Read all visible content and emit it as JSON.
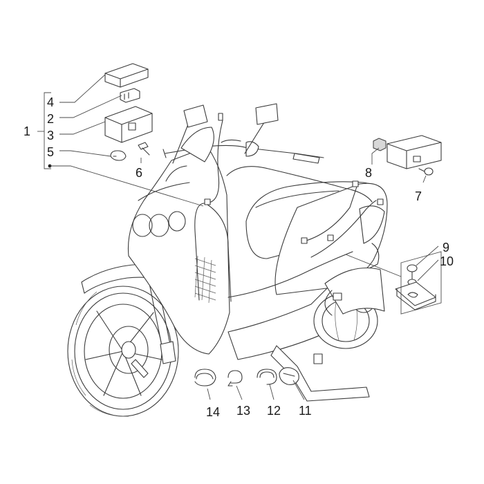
{
  "callouts": {
    "n1": "1",
    "n2": "2",
    "n3": "3",
    "n4": "4",
    "n5": "5",
    "n6": "6",
    "n7": "7",
    "n8": "8",
    "n9": "9",
    "n10": "10",
    "n11": "11",
    "n12": "12",
    "n13": "13",
    "n14": "14"
  },
  "colors": {
    "line": "#3a3a3a",
    "background": "#ffffff"
  }
}
